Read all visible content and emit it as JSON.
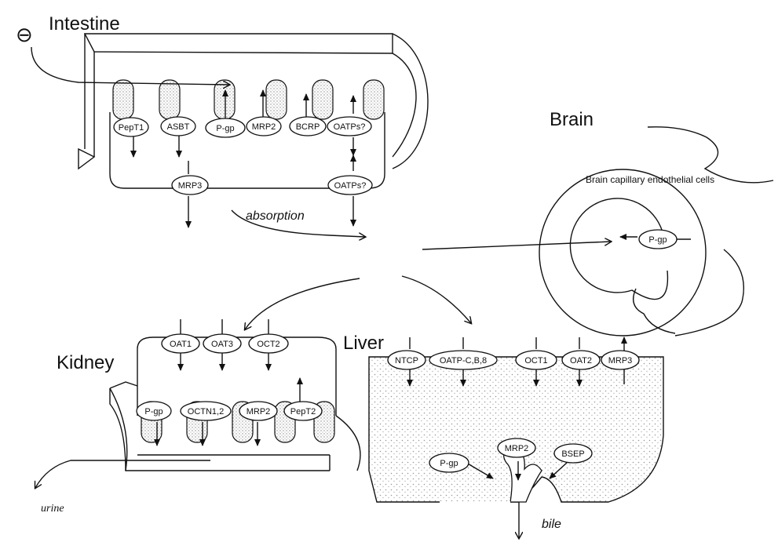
{
  "organs": {
    "intestine": "Intestine",
    "brain": "Brain",
    "kidney": "Kidney",
    "liver": "Liver"
  },
  "labels": {
    "inhibit_symbol": "⊖",
    "absorption": "absorption",
    "brain_cells": "Brain capillary endothelial cells",
    "urine": "urine",
    "bile": "bile"
  },
  "transporters": {
    "intestine_apical": [
      "PepT1",
      "ASBT",
      "P-gp",
      "MRP2",
      "BCRP",
      "OATPs?"
    ],
    "intestine_basolateral": [
      "MRP3",
      "OATPs?"
    ],
    "brain": [
      "P-gp"
    ],
    "kidney_basolateral": [
      "OAT1",
      "OAT3",
      "OCT2"
    ],
    "kidney_apical": [
      "P-gp",
      "OCTN1,2",
      "MRP2",
      "PepT2"
    ],
    "liver_basolateral": [
      "NTCP",
      "OATP-C,B,8",
      "OCT1",
      "OAT2",
      "MRP3"
    ],
    "liver_canalicular": [
      "P-gp",
      "MRP2",
      "BSEP"
    ]
  },
  "colors": {
    "ink": "#111111",
    "stipple": "#bdbdbd"
  }
}
